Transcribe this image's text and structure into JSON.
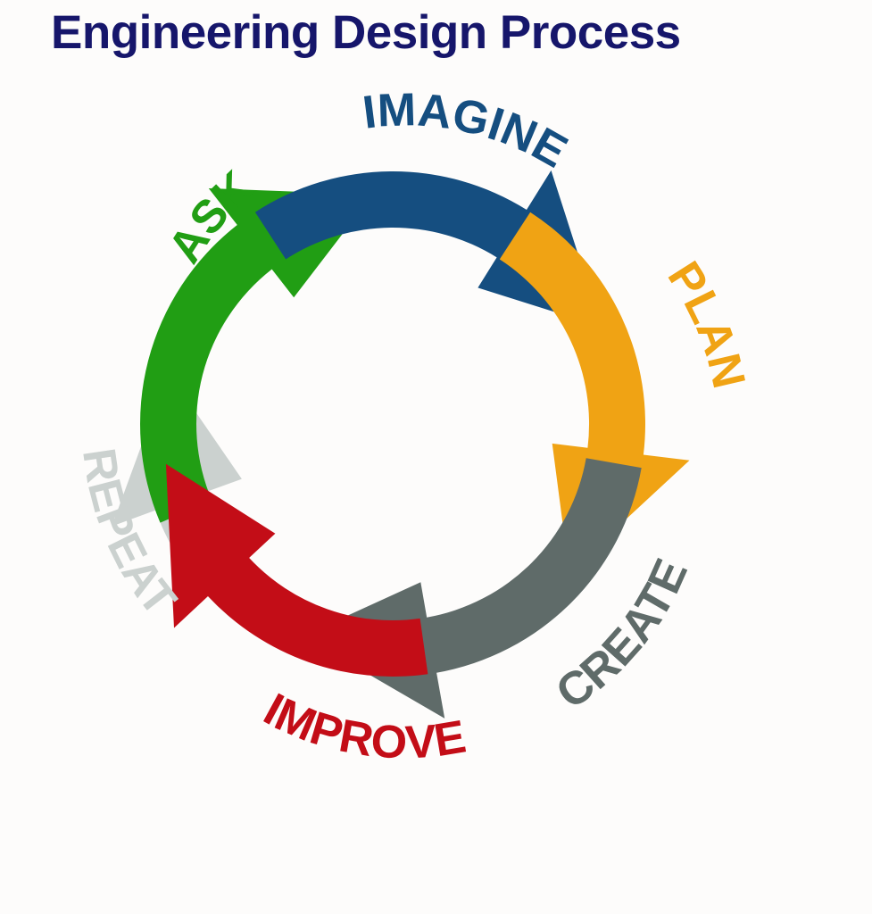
{
  "title": "Engineering Design Process",
  "title_color": "#16166b",
  "steps": [
    {
      "label": "ASK",
      "color": "#219e14",
      "icon": "arrow-icon"
    },
    {
      "label": "IMAGINE",
      "color": "#154e80",
      "icon": "arrow-icon"
    },
    {
      "label": "PLAN",
      "color": "#f0a314",
      "icon": "arrow-icon"
    },
    {
      "label": "CREATE",
      "color": "#5f6b69",
      "icon": "arrow-icon"
    },
    {
      "label": "IMPROVE",
      "color": "#c30d17",
      "icon": "arrow-icon"
    },
    {
      "label": "REPEAT",
      "color": "#cbd1cf",
      "icon": "arrow-icon"
    }
  ]
}
